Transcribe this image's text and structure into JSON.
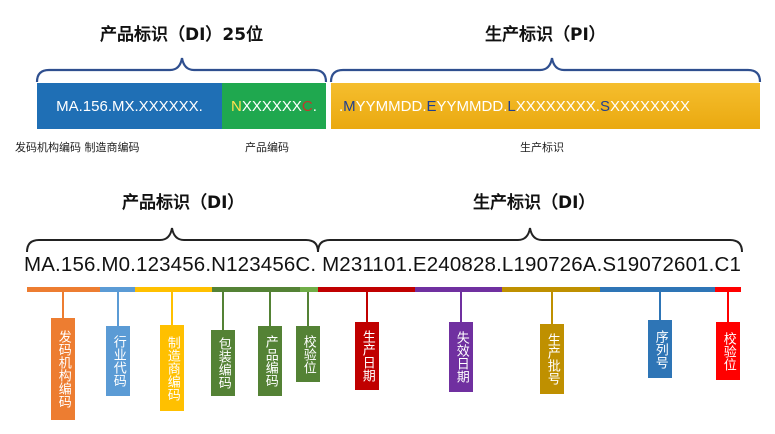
{
  "top": {
    "title_di": "产品标识（DI）25位",
    "title_pi": "生产标识（PI）",
    "bar1_text": "MA.156.MX.XXXXXX.",
    "bar2": {
      "n": "N",
      "mid": "XXXXXX",
      "c": "C",
      "dot": "."
    },
    "bar3": {
      "p1": ".",
      "m": "M",
      "p2": "YYMMDD.",
      "e": "E",
      "p3": "YYMMDD.",
      "l": "L",
      "p4": "XXXXXXXX.",
      "s": "S",
      "p5": "XXXXXXXX"
    },
    "sub_left": "发码机构编码  制造商编码",
    "sub_mid": "产品编码",
    "sub_right": "生产标识"
  },
  "bottom": {
    "title_di": "产品标识（DI）",
    "title_pi": "生产标识（DI）",
    "code": "MA.156.M0.123456.N123456C. M231101.E240828.L190726A.S19072601.C1",
    "labels": {
      "issuer": "发码机构编码",
      "industry": "行业代码",
      "manufacturer": "制造商编码",
      "package": "包装编码",
      "product": "产品编码",
      "check1": "校验位",
      "prod_date": "生产日期",
      "exp_date": "失效日期",
      "batch": "生产批号",
      "serial": "序列号",
      "check2": "校验位"
    }
  },
  "colors": {
    "brace": "#2f4f8f",
    "bar1": "#1f6fb5",
    "bar2": "#1fa84f",
    "bar3": "#f2b51c",
    "orange": "#ed7d31",
    "lightblue": "#5b9bd5",
    "yellow": "#ffc000",
    "green": "#548235",
    "red": "#c00000",
    "purple": "#7030a0",
    "gold": "#bf9000",
    "blue": "#2e75b6",
    "brightred": "#ff0000"
  }
}
